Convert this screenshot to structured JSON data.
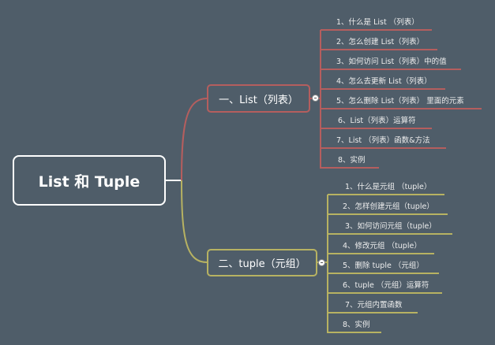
{
  "root": {
    "label": "List 和 Tuple"
  },
  "branches": [
    {
      "label": "一、List（列表）",
      "color": "#b55e5e",
      "items": [
        "1、什么是 List （列表）",
        "2、怎么创建 List（列表）",
        "3、如何访问 List（列表）中的值",
        "4、怎么去更新 List（列表）",
        "5、怎么删除 List（列表） 里面的元素",
        "6、List（列表）运算符",
        "7、List （列表）函数&方法",
        "8、实例"
      ]
    },
    {
      "label": "二、tuple（元组）",
      "color": "#b7b262",
      "items": [
        "1、什么是元组 （tuple）",
        "2、怎样创建元组（tuple）",
        "3、如何访问元组（tuple）",
        "4、修改元组 （tuple）",
        "5、删除 tuple （元组）",
        "6、tuple （元组）运算符",
        "7、元组内置函数",
        "8、实例"
      ]
    }
  ]
}
